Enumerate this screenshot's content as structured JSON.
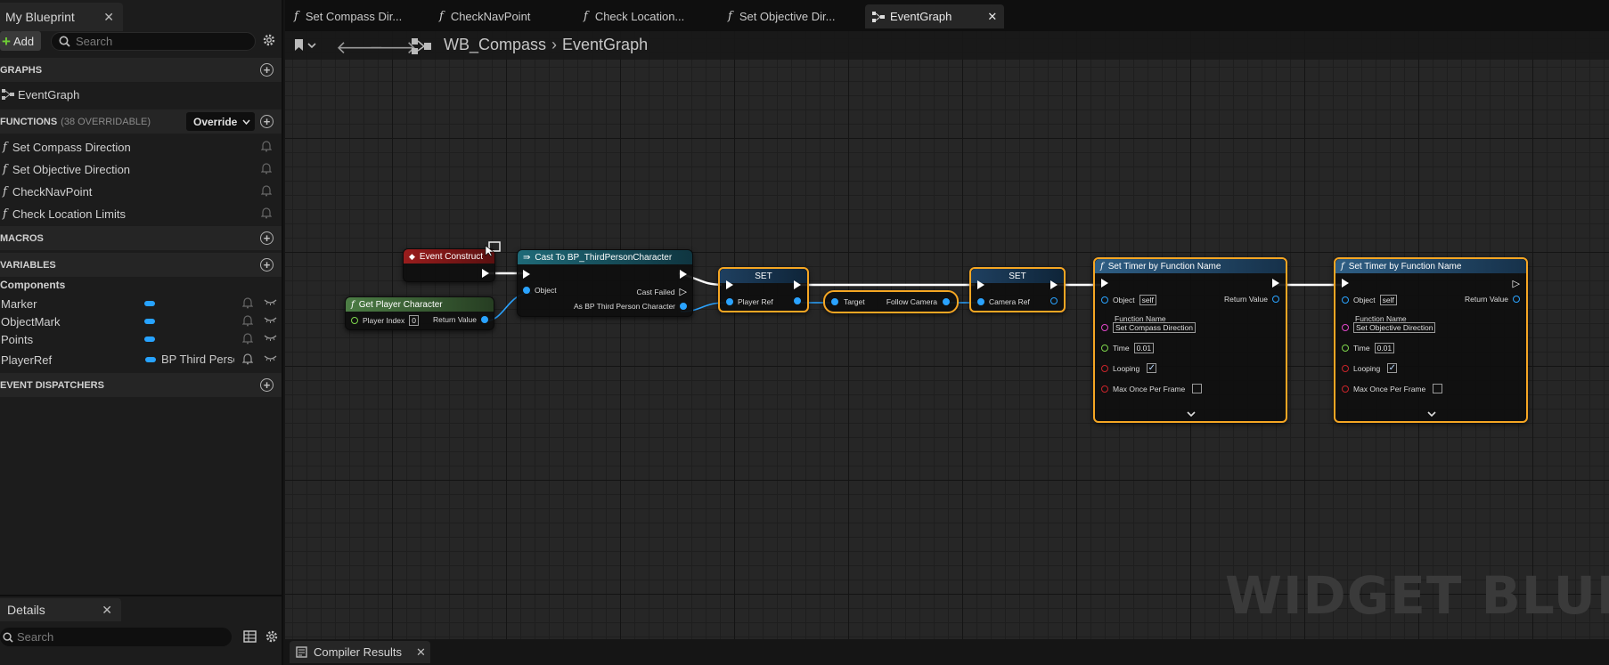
{
  "left_panel": {
    "tab_title": "My Blueprint",
    "add_label": "Add",
    "search_placeholder": "Search",
    "graphs": {
      "header": "GRAPHS",
      "items": [
        "EventGraph"
      ]
    },
    "functions": {
      "header": "FUNCTIONS",
      "overridable": "(38 OVERRIDABLE)",
      "override_label": "Override",
      "items": [
        "Set Compass Direction",
        "Set Objective Direction",
        "CheckNavPoint",
        "Check Location Limits"
      ]
    },
    "macros": {
      "header": "MACROS"
    },
    "variables": {
      "header": "VARIABLES",
      "subheader": "Components",
      "items": [
        {
          "name": "Marker",
          "type": ""
        },
        {
          "name": "ObjectMark",
          "type": ""
        },
        {
          "name": "Points",
          "type": ""
        },
        {
          "name": "PlayerRef",
          "type": "BP Third Perso"
        }
      ]
    },
    "event_dispatchers": {
      "header": "EVENT DISPATCHERS"
    }
  },
  "details_panel": {
    "tab_title": "Details",
    "search_placeholder": "Search"
  },
  "editor_tabs": [
    {
      "label": "Set Compass Dir..."
    },
    {
      "label": "CheckNavPoint"
    },
    {
      "label": "Check Location..."
    },
    {
      "label": "Set Objective Dir..."
    },
    {
      "label": "EventGraph"
    }
  ],
  "breadcrumb": {
    "blueprint": "WB_Compass",
    "graph": "EventGraph"
  },
  "watermark": "WIDGET BLUEPRI",
  "bottom_tab": {
    "label": "Compiler Results"
  },
  "nodes": {
    "event_construct": {
      "title": "Event Construct"
    },
    "get_player_character": {
      "title": "Get Player Character",
      "player_index_label": "Player Index",
      "player_index_value": "0",
      "return_label": "Return Value"
    },
    "cast": {
      "title": "Cast To BP_ThirdPersonCharacter",
      "object_label": "Object",
      "cast_failed_label": "Cast Failed",
      "as_label": "As BP Third Person Character"
    },
    "set_player_ref": {
      "title": "SET",
      "pin_label": "Player Ref"
    },
    "follow_camera": {
      "target_label": "Target",
      "output_label": "Follow Camera"
    },
    "set_camera_ref": {
      "title": "SET",
      "pin_label": "Camera Ref"
    },
    "timer1": {
      "title": "Set Timer by Function Name",
      "object_label": "Object",
      "object_value": "self",
      "return_label": "Return Value",
      "function_name_label": "Function Name",
      "function_name_value": "Set Compass Direction",
      "time_label": "Time",
      "time_value": "0.01",
      "looping_label": "Looping",
      "max_once_label": "Max Once Per Frame"
    },
    "timer2": {
      "title": "Set Timer by Function Name",
      "object_label": "Object",
      "object_value": "self",
      "return_label": "Return Value",
      "function_name_label": "Function Name",
      "function_name_value": "Set Objective Direction",
      "time_label": "Time",
      "time_value": "0.01",
      "looping_label": "Looping",
      "max_once_label": "Max Once Per Frame"
    }
  },
  "colors": {
    "event_header": "#8a1a1a",
    "pure_func_header": "#3f6a3a",
    "cast_header": "#1c5a66",
    "func_header": "#2d5878",
    "var_pin": "#27a3ff",
    "selection": "#f5a623"
  }
}
